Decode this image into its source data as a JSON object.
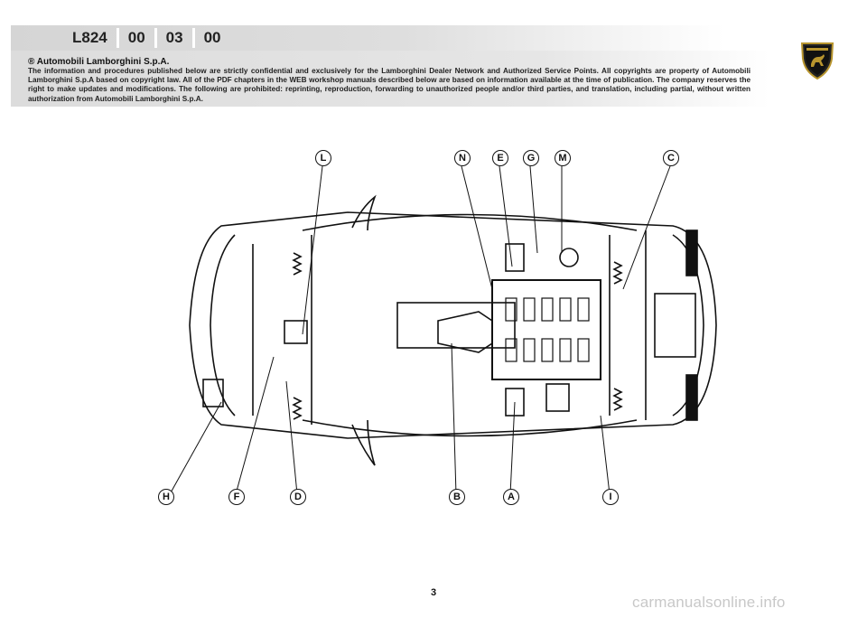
{
  "header": {
    "codes": [
      "L824",
      "00",
      "03",
      "00"
    ]
  },
  "copyright": {
    "title": "® Automobili Lamborghini S.p.A.",
    "text": "The information and procedures published below are strictly confidential and exclusively for the Lamborghini Dealer Network and Authorized Service Points. All copyrights are property of Automobili Lamborghini S.p.A based on copyright law. All of the PDF chapters in the WEB workshop manuals described below are based on information available at the time of publication. The company reserves the right to make updates and modifications. The following are prohibited: reprinting, reproduction, forwarding to unauthorized people and/or third parties, and translation, including partial, without written authorization from Automobili Lamborghini S.p.A."
  },
  "logo": {
    "icon": "lamborghini-shield-icon"
  },
  "callouts_top": [
    "L",
    "N",
    "E",
    "G",
    "M",
    "C"
  ],
  "callouts_bottom": [
    "H",
    "F",
    "D",
    "B",
    "A",
    "I"
  ],
  "footer": {
    "page_number": "3",
    "watermark": "carmanualsonline.info"
  }
}
